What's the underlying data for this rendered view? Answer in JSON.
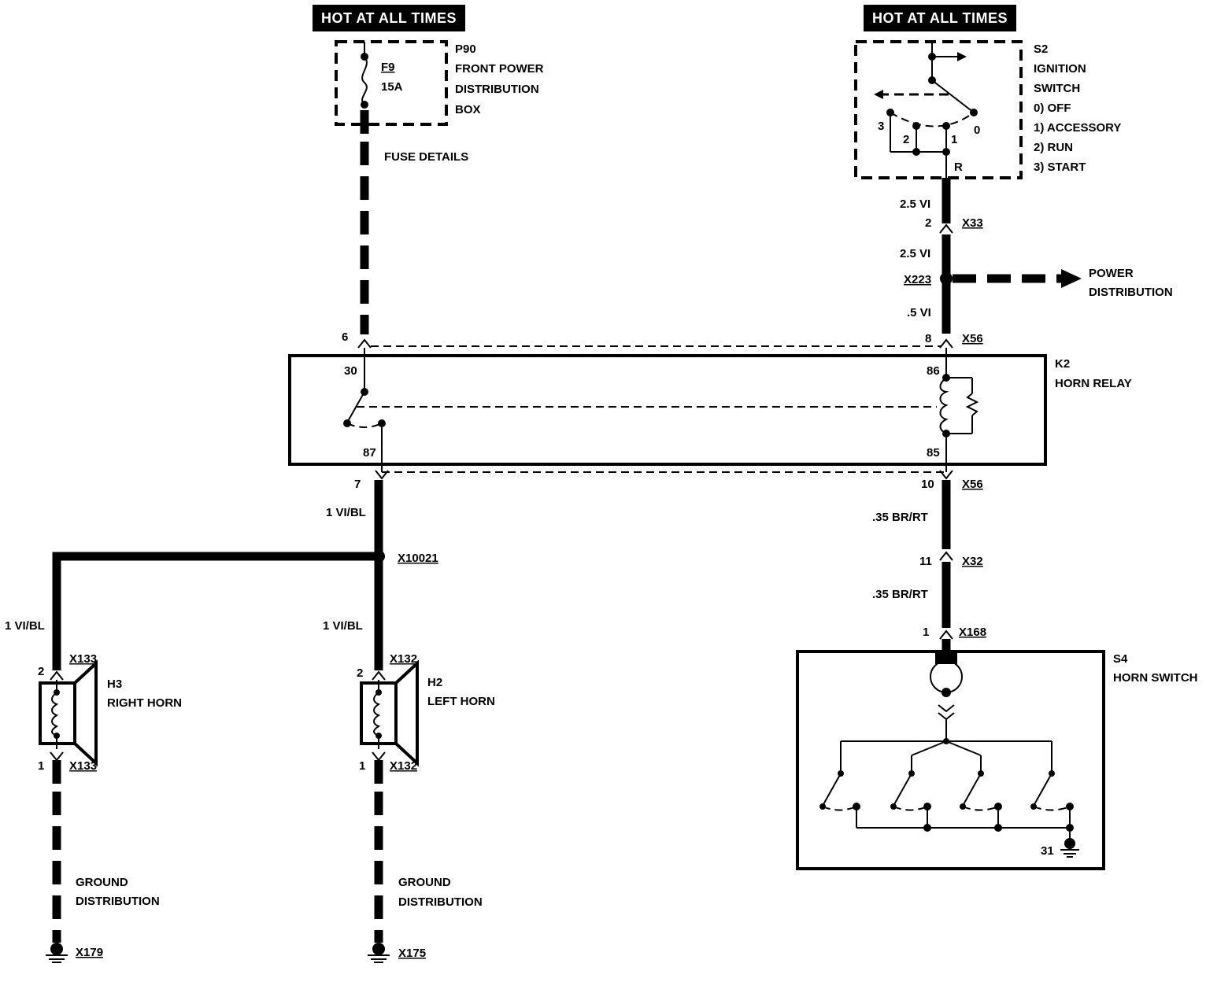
{
  "hot_left": "HOT AT ALL TIMES",
  "hot_right": "HOT AT ALL TIMES",
  "p90": {
    "id": "P90",
    "line1": "FRONT POWER",
    "line2": "DISTRIBUTION",
    "line3": "BOX",
    "fuse": "F9",
    "rating": "15A",
    "details": "FUSE DETAILS"
  },
  "s2": {
    "id": "S2",
    "line1": "IGNITION",
    "line2": "SWITCH",
    "pos0": "0)   OFF",
    "pos1": "1)   ACCESSORY",
    "pos2": "2)   RUN",
    "pos3": "3)   START",
    "t0": "0",
    "t1": "1",
    "t2": "2",
    "t3": "3",
    "tr": "R"
  },
  "right_chain": {
    "w1": "2.5 VI",
    "x33_pin": "2",
    "x33": "X33",
    "w2": "2.5 VI",
    "x223": "X223",
    "power1": "POWER",
    "power2": "DISTRIBUTION",
    "w3": ".5 VI",
    "x56_top_pin": "8",
    "x56_top": "X56",
    "x56_bot_pin": "10",
    "x56_bot": "X56",
    "w4": ".35 BR/RT",
    "x32_pin": "11",
    "x32": "X32",
    "w5": ".35 BR/RT",
    "x168_pin": "1",
    "x168": "X168"
  },
  "k2": {
    "id": "K2",
    "name": "HORN RELAY",
    "pin30": "30",
    "pin87": "87",
    "pin86": "86",
    "pin85": "85",
    "conn_top_pin": "6",
    "conn_bot_pin": "7"
  },
  "left_chain": {
    "w1": "1 VI/BL",
    "x10021": "X10021",
    "w_right": "1 VI/BL",
    "w_left": "1 VI/BL"
  },
  "h3": {
    "id": "H3",
    "name": "RIGHT HORN",
    "conn_top": "X133",
    "conn_bot": "X133",
    "pin_top": "2",
    "pin_bot": "1",
    "gnd1": "GROUND",
    "gnd2": "DISTRIBUTION",
    "ground": "X179"
  },
  "h2": {
    "id": "H2",
    "name": "LEFT HORN",
    "conn_top": "X132",
    "conn_bot": "X132",
    "pin_top": "2",
    "pin_bot": "1",
    "gnd1": "GROUND",
    "gnd2": "DISTRIBUTION",
    "ground": "X175"
  },
  "s4": {
    "id": "S4",
    "name": "HORN SWITCH",
    "gnd_pin": "31"
  }
}
